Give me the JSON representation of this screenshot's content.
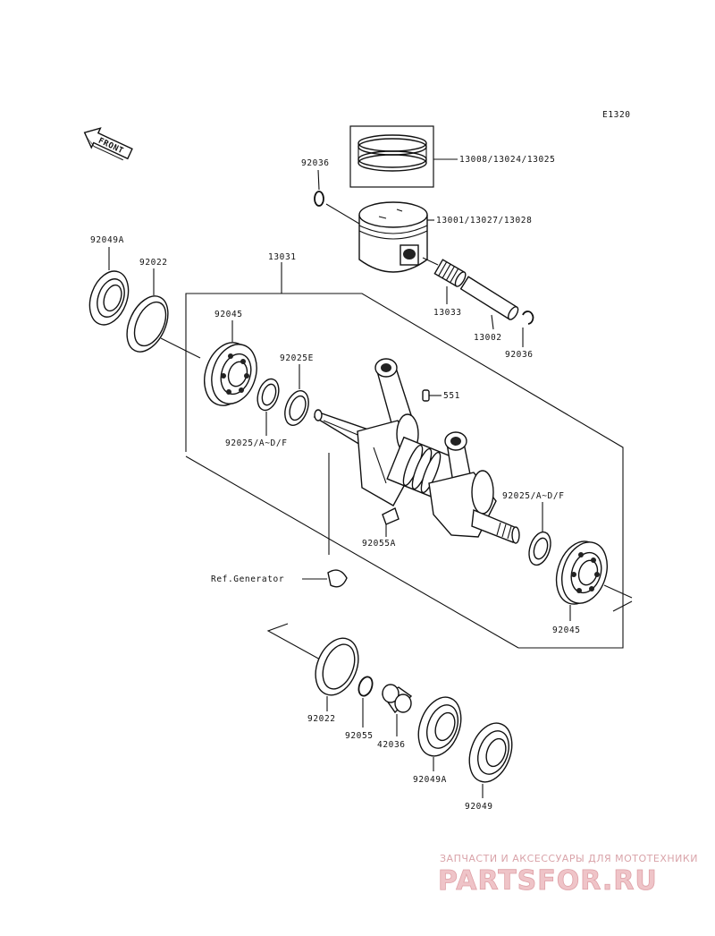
{
  "diagram_code": "E1320",
  "front_label": "FRONT",
  "labels": {
    "p13008": "13008/13024/13025",
    "p92036_top": "92036",
    "p13001": "13001/13027/13028",
    "p92049A_top": "92049A",
    "p92022_top": "92022",
    "p13031": "13031",
    "p92045_left": "92045",
    "p92025E": "92025E",
    "p551": "551",
    "p13033": "13033",
    "p13002": "13002",
    "p92036_right": "92036",
    "p92025_left": "92025/A~D/F",
    "p92025_right": "92025/A~D/F",
    "p92055A": "92055A",
    "ref_generator": "Ref.Generator",
    "p92045_right": "92045",
    "p92022_bottom": "92022",
    "p92055": "92055",
    "p42036": "42036",
    "p92049A_bottom": "92049A",
    "p92049": "92049"
  },
  "watermark": {
    "tagline": "ЗАПЧАСТИ И АКСЕССУАРЫ ДЛЯ МОТОТЕХНИКИ",
    "brand": "PARTSFOR.RU"
  }
}
